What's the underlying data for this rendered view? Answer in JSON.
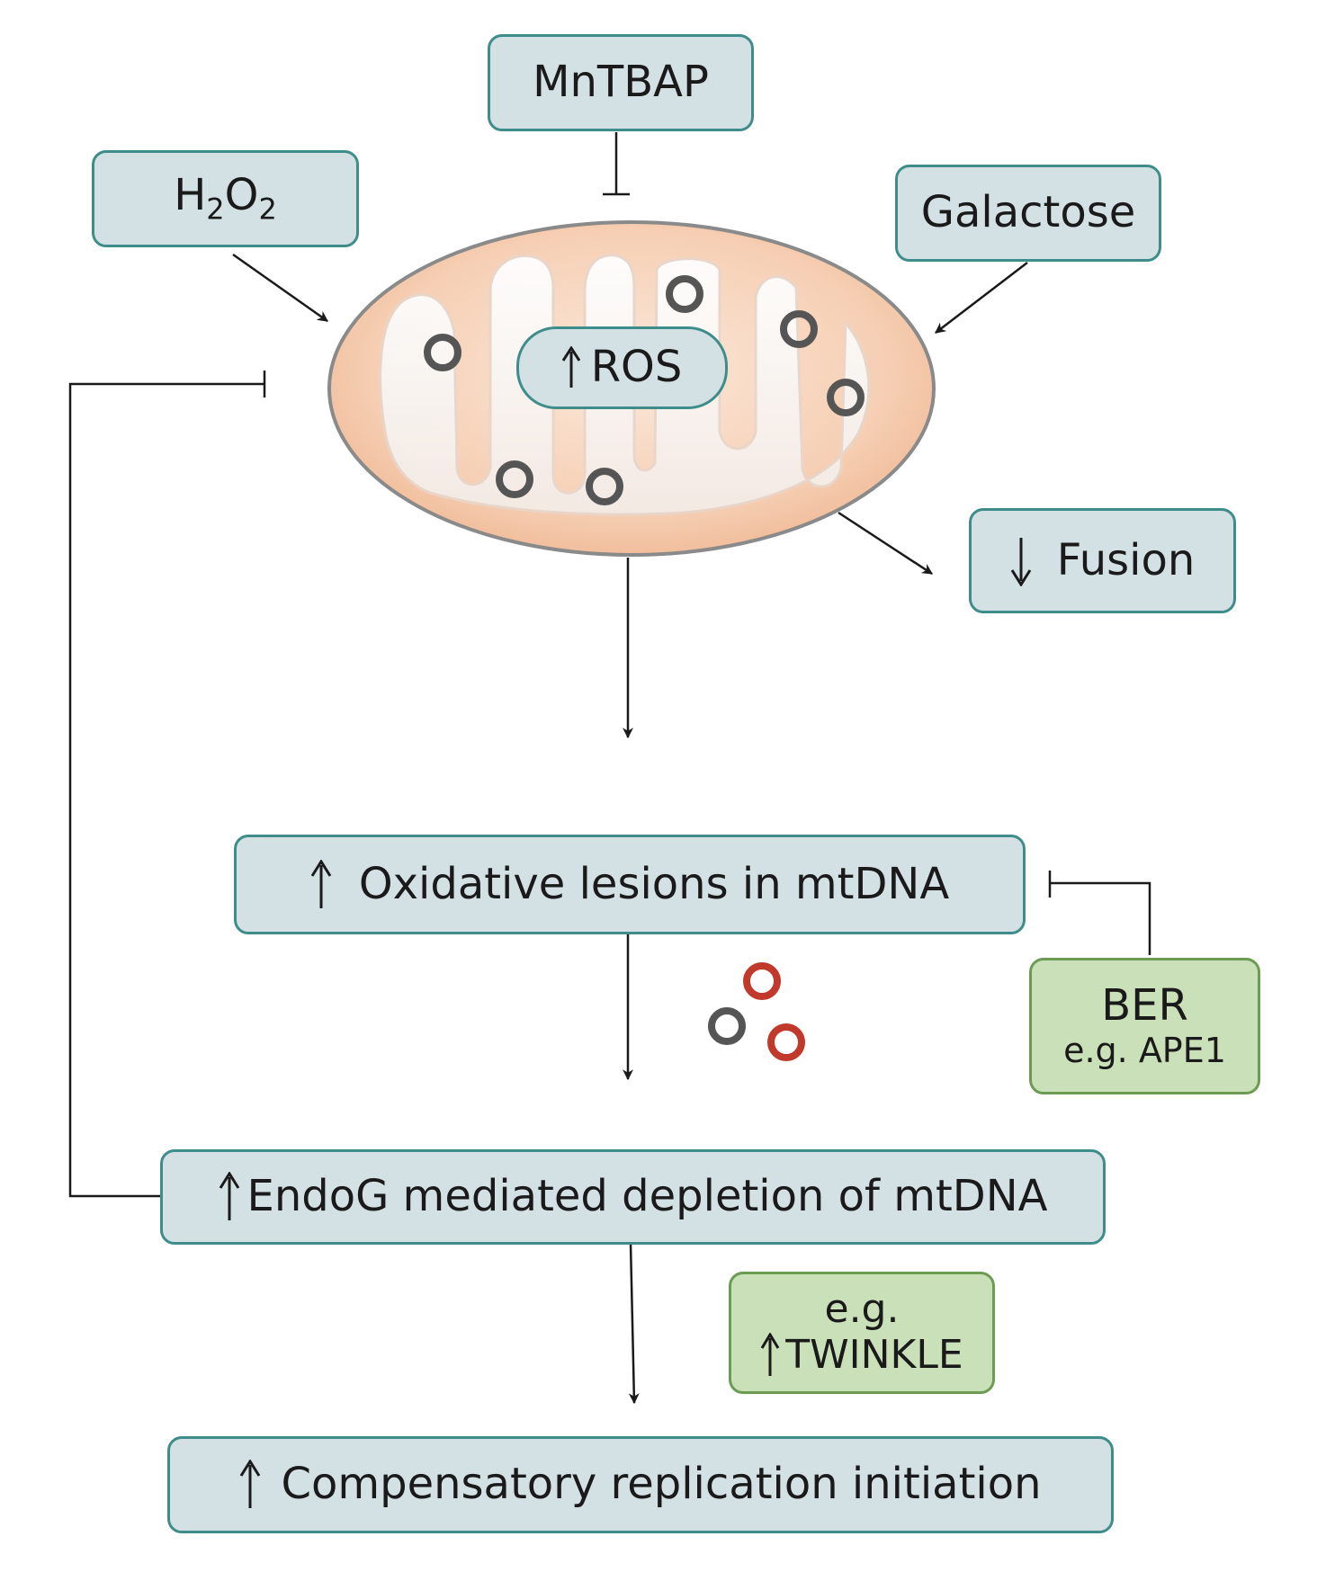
{
  "inputs": {
    "mntbap": "MnTBAP",
    "h2o2": {
      "h": "H",
      "sub1": "2",
      "o": "O",
      "sub2": "2"
    },
    "galactose": "Galactose"
  },
  "mitochondrion": {
    "ros_label": "ROS",
    "ros_direction": "up"
  },
  "fusion": {
    "label": "Fusion",
    "direction": "down"
  },
  "steps": {
    "oxidative_lesions": "Oxidative lesions in mtDNA",
    "endog_depletion": "EndoG mediated depletion of mtDNA",
    "compensatory_replication": "Compensatory replication initiation"
  },
  "repair": {
    "title": "BER",
    "example": "e.g. APE1"
  },
  "twinkle": {
    "prefix": "e.g.",
    "label": "TWINKLE",
    "direction": "up"
  },
  "colors": {
    "box_fill": "#d3e1e4",
    "box_border": "#3f8d8a",
    "green_fill": "#c9e0b8",
    "green_border": "#6c9b52",
    "mito_outer": "#f3c4a6",
    "mtdna_circle_normal": "#555555",
    "mtdna_circle_damaged": "#c0392b"
  }
}
